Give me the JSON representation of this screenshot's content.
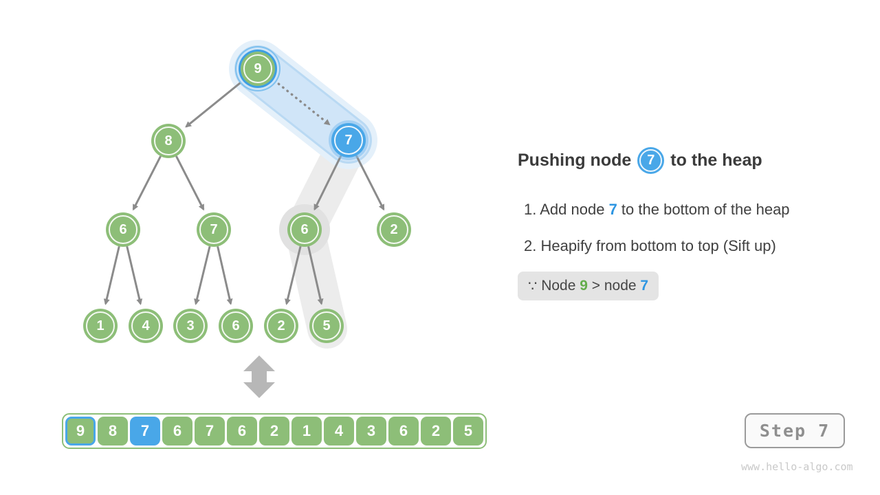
{
  "title": {
    "prefix": "Pushing node",
    "node_value": "7",
    "suffix": "to the heap"
  },
  "instructions": [
    {
      "pre": "1. Add node ",
      "em": "7",
      "post": " to the bottom of the heap"
    },
    {
      "pre": "2. Heapify from bottom to top (Sift up)",
      "em": "",
      "post": ""
    }
  ],
  "note": {
    "symbol": "∵ ",
    "pre": "Node ",
    "green": "9",
    "mid": " > node ",
    "blue": "7"
  },
  "tree": {
    "nodes": [
      "9",
      "8",
      "7",
      "6",
      "7",
      "6",
      "2",
      "1",
      "4",
      "3",
      "6",
      "2",
      "5"
    ],
    "highlighted_root": "9",
    "pushed_node": "7",
    "sift_path": [
      "7",
      "6",
      "5"
    ]
  },
  "array": {
    "cells": [
      "9",
      "8",
      "7",
      "6",
      "7",
      "6",
      "2",
      "1",
      "4",
      "3",
      "6",
      "2",
      "5"
    ]
  },
  "step_badge": {
    "label": "Step 7"
  },
  "watermark": "www.hello-algo.com",
  "colors": {
    "node_green": "#8dbe78",
    "node_blue": "#49a7e8",
    "swap_highlight_blue": "#cbe2f7",
    "path_highlight_gray": "#ececec",
    "arrow_gray": "#8b8b8b",
    "text_dark": "#3b3b3b",
    "accent_blue_text": "#2e96e2",
    "accent_green_text": "#64ad4c",
    "note_bg": "#e4e4e4",
    "step_text": "#8f8f8f",
    "watermark_text": "#c9c9c9"
  }
}
